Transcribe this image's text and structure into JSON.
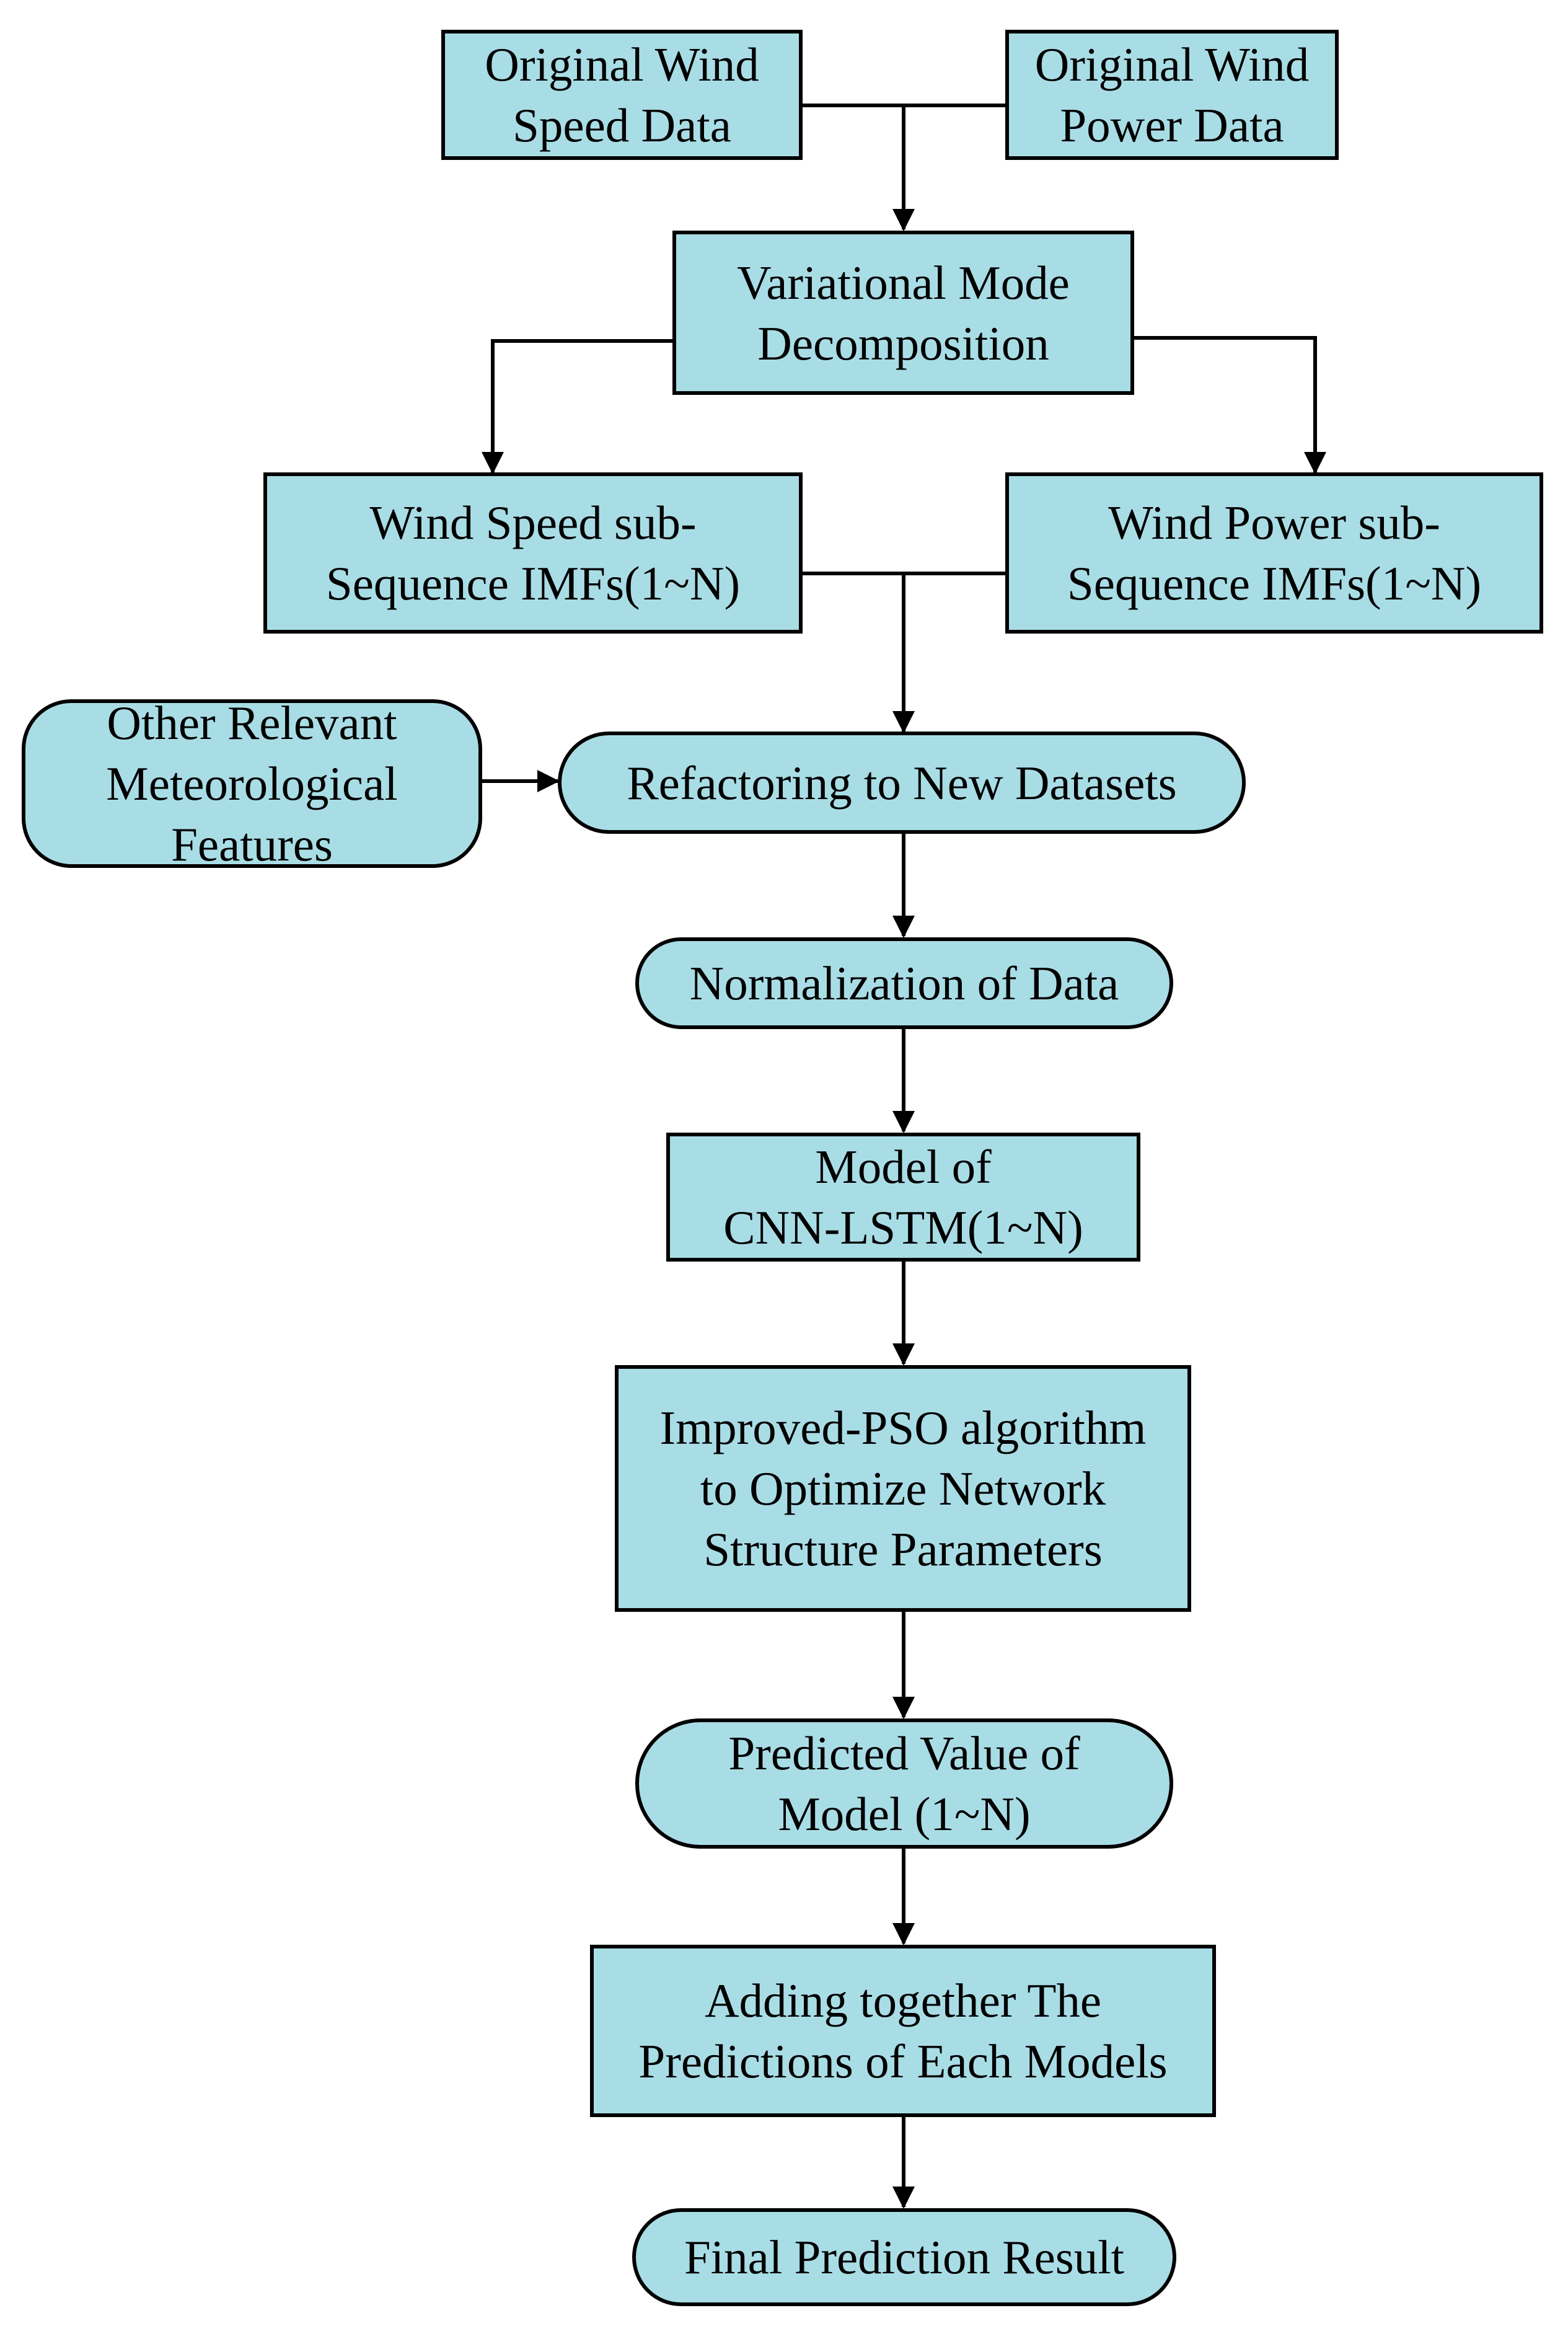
{
  "colors": {
    "box_fill": "#a9dde6",
    "stroke": "#000000",
    "background": "#ffffff"
  },
  "nodes": {
    "original_wind_speed": {
      "lines": [
        "Original Wind",
        "Speed Data"
      ]
    },
    "original_wind_power": {
      "lines": [
        "Original Wind",
        "Power Data"
      ]
    },
    "vmd": {
      "lines": [
        "Variational Mode",
        "Decomposition"
      ]
    },
    "wind_speed_imfs": {
      "lines": [
        "Wind Speed sub-",
        "Sequence IMFs(1~N)"
      ]
    },
    "wind_power_imfs": {
      "lines": [
        "Wind Power sub-",
        "Sequence IMFs(1~N)"
      ]
    },
    "other_features": {
      "lines": [
        "Other Relevant",
        "Meteorological",
        "Features"
      ]
    },
    "refactoring": {
      "lines": [
        "Refactoring to New Datasets"
      ]
    },
    "normalization": {
      "lines": [
        "Normalization of Data"
      ]
    },
    "cnn_lstm": {
      "lines": [
        "Model of",
        "CNN-LSTM(1~N)"
      ]
    },
    "improved_pso": {
      "lines": [
        "Improved-PSO algorithm",
        "to Optimize Network",
        "Structure Parameters"
      ]
    },
    "predicted_value": {
      "lines": [
        "Predicted Value of",
        "Model (1~N)"
      ]
    },
    "adding_together": {
      "lines": [
        "Adding together The",
        "Predictions of Each Models"
      ]
    },
    "final_result": {
      "lines": [
        "Final Prediction Result"
      ]
    }
  }
}
